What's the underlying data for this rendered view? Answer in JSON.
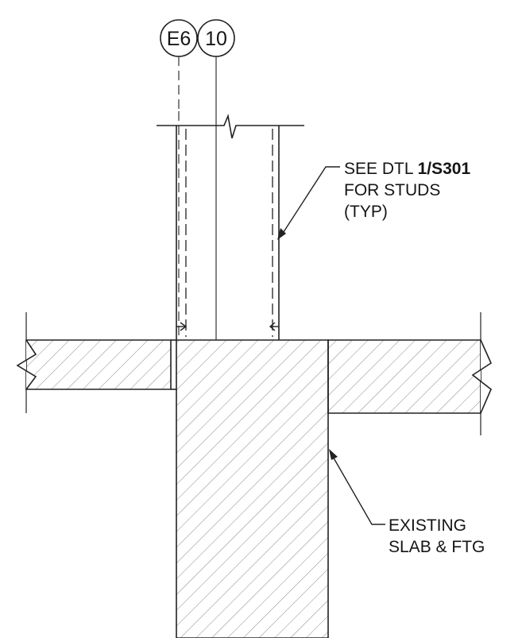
{
  "grid_bubbles": [
    "E6",
    "10"
  ],
  "callouts": {
    "studs": {
      "line1_prefix": "SEE DTL ",
      "line1_ref_num": "1",
      "line1_ref_sep": "/",
      "line1_ref_sheet": "S301",
      "line2": "FOR STUDS",
      "line3": "(TYP)"
    },
    "existing": {
      "line1": "EXISTING",
      "line2": "SLAB & FTG"
    }
  }
}
